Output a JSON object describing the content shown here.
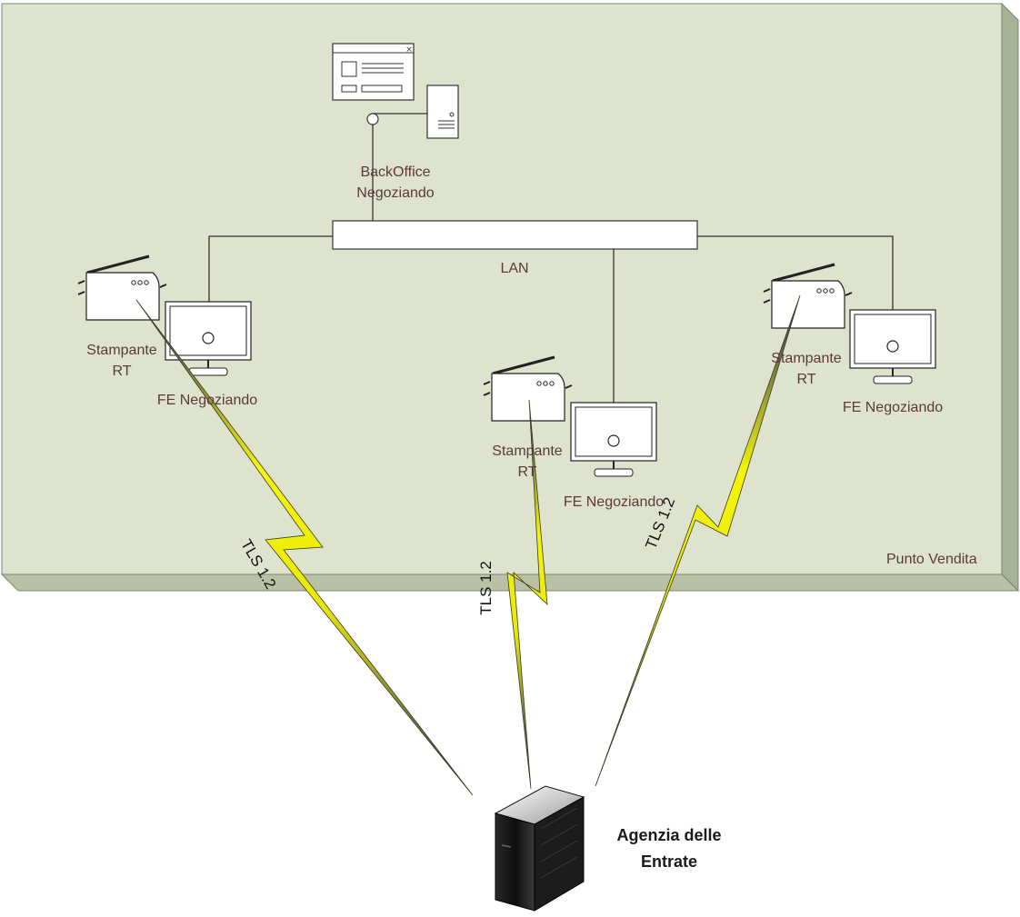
{
  "diagram": {
    "zone_label": "Punto Vendita",
    "lan_label": "LAN",
    "backoffice": {
      "line1": "BackOffice",
      "line2": "Negoziando"
    },
    "printer_label": {
      "line1": "Stampante",
      "line2": "RT"
    },
    "fe_label": "FE Negoziando",
    "tls_label": "TLS 1.2",
    "agency": {
      "line1": "Agenzia delle",
      "line2": "Entrate"
    }
  },
  "colors": {
    "zone_fill": "#dde3cd",
    "zone_side": "#a7b196",
    "bolt_yellow": "#f5f50a",
    "bolt_dark": "#1f2a6b",
    "label_text": "#5b3a3a"
  }
}
